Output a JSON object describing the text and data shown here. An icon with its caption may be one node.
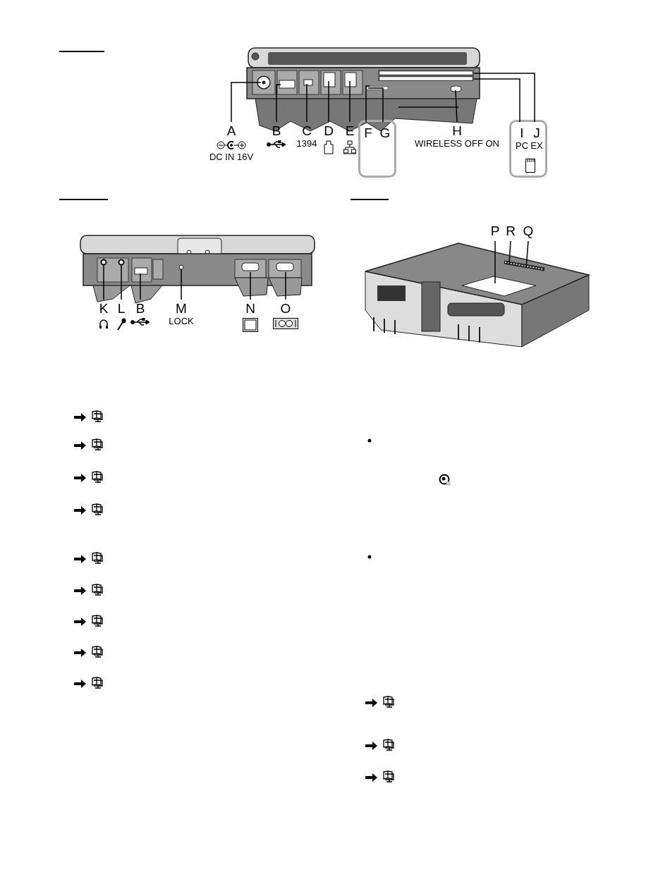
{
  "diagram": {
    "nodes": [
      {
        "text": [
          "A",
          "DC IN 16V"
        ]
      },
      {
        "text": [
          "B"
        ]
      },
      {
        "text": [
          "C",
          "1394"
        ]
      },
      {
        "text": [
          "D"
        ]
      },
      {
        "text": [
          "E"
        ]
      },
      {
        "text": [],
        "shape": "box"
      },
      {
        "text": [
          "F"
        ],
        "in": 5
      },
      {
        "text": [
          "G"
        ],
        "in": 5
      },
      {
        "text": [
          "H",
          "WIRELESS OFF  ON"
        ]
      },
      {
        "text": [],
        "shape": "box"
      },
      {
        "text": [
          "I",
          "PC"
        ],
        "in": 9
      },
      {
        "text": [
          "J",
          "EX"
        ],
        "in": 9
      },
      {
        "text": [
          "K"
        ]
      },
      {
        "text": [
          "L"
        ]
      },
      {
        "text": [
          "B"
        ]
      },
      {
        "text": [
          "M",
          "LOCK"
        ]
      },
      {
        "text": [
          "N"
        ]
      },
      {
        "text": [
          "O"
        ]
      },
      {
        "text": [
          "P"
        ]
      },
      {
        "text": [
          "R"
        ]
      },
      {
        "text": [
          "Q"
        ]
      }
    ],
    "edges": [
      {
        "from": 0,
        "to": null,
        "arrow": "none"
      },
      {
        "from": 1,
        "to": null,
        "arrow": "none"
      },
      {
        "from": 2,
        "to": null,
        "arrow": "none"
      },
      {
        "from": 3,
        "to": null,
        "arrow": "none"
      },
      {
        "from": 4,
        "to": null,
        "arrow": "none"
      },
      {
        "from": 6,
        "to": null,
        "arrow": "none"
      },
      {
        "from": 7,
        "to": null,
        "arrow": "none"
      },
      {
        "from": 8,
        "to": null,
        "arrow": "none"
      },
      {
        "from": 10,
        "to": null,
        "arrow": "none"
      },
      {
        "from": 11,
        "to": null,
        "arrow": "none"
      },
      {
        "from": 12,
        "to": null,
        "arrow": "none"
      },
      {
        "from": 13,
        "to": null,
        "arrow": "none"
      },
      {
        "from": 14,
        "to": null,
        "arrow": "none"
      },
      {
        "from": 15,
        "to": null,
        "arrow": "none"
      },
      {
        "from": 16,
        "to": null,
        "arrow": "none"
      },
      {
        "from": 17,
        "to": null,
        "arrow": "none"
      },
      {
        "from": 18,
        "to": null,
        "arrow": "none"
      },
      {
        "from": 19,
        "to": null,
        "arrow": "none"
      },
      {
        "from": 20,
        "to": null,
        "arrow": "none"
      }
    ]
  }
}
